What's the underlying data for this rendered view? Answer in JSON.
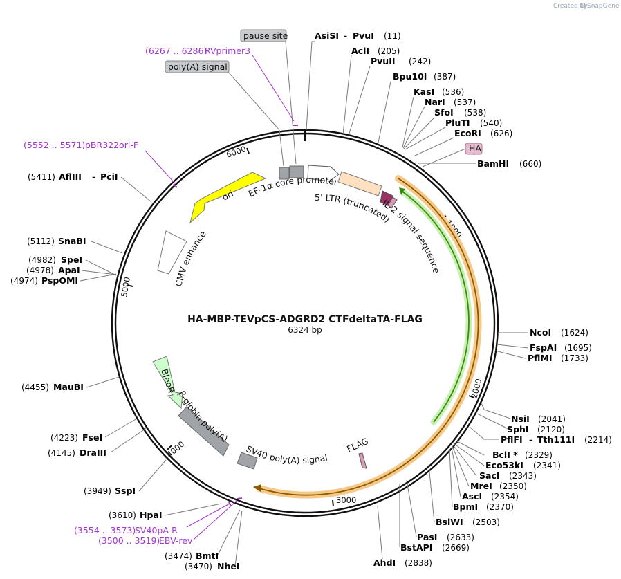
{
  "credit": {
    "prefix": "Created by",
    "brand": "SnapGene"
  },
  "plasmid": {
    "name": "HA-MBP-TEVpCS-ADGRD2 CTFdeltaTA-FLAG",
    "size": "6324 bp",
    "length": 6324
  },
  "ticks": [
    "1000",
    "2000",
    "3000",
    "4000",
    "5000",
    "6000"
  ],
  "sites": [
    {
      "name": "AsiSI",
      "name2": "PvuI",
      "pos": "(11)"
    },
    {
      "name": "AclI",
      "pos": "(205)"
    },
    {
      "name": "PvuII",
      "pos": "(242)"
    },
    {
      "name": "Bpu10I",
      "pos": "(387)"
    },
    {
      "name": "KasI",
      "pos": "(536)"
    },
    {
      "name": "NarI",
      "pos": "(537)"
    },
    {
      "name": "SfoI",
      "pos": "(538)"
    },
    {
      "name": "PluTI",
      "pos": "(540)"
    },
    {
      "name": "EcoRI",
      "pos": "(626)"
    },
    {
      "name": "BamHI",
      "pos": "(660)"
    },
    {
      "name": "NcoI",
      "pos": "(1624)"
    },
    {
      "name": "FspAI",
      "pos": "(1695)"
    },
    {
      "name": "PflMI",
      "pos": "(1733)"
    },
    {
      "name": "NsiI",
      "pos": "(2041)"
    },
    {
      "name": "SphI",
      "pos": "(2120)"
    },
    {
      "name": "PflFI",
      "name2": "Tth111I",
      "pos": "(2214)"
    },
    {
      "name": "BclI *",
      "pos": "(2329)"
    },
    {
      "name": "Eco53kI",
      "pos": "(2341)"
    },
    {
      "name": "SacI",
      "pos": "(2343)"
    },
    {
      "name": "MreI",
      "pos": "(2350)"
    },
    {
      "name": "AscI",
      "pos": "(2354)"
    },
    {
      "name": "BpmI",
      "pos": "(2370)"
    },
    {
      "name": "BsiWI",
      "pos": "(2503)"
    },
    {
      "name": "PasI",
      "pos": "(2633)"
    },
    {
      "name": "BstAPI",
      "pos": "(2669)"
    },
    {
      "name": "AhdI",
      "pos": "(2838)"
    },
    {
      "name": "NheI",
      "pos": "(3470)"
    },
    {
      "name": "BmtI",
      "pos": "(3474)"
    },
    {
      "name": "HpaI",
      "pos": "(3610)"
    },
    {
      "name": "SspI",
      "pos": "(3949)"
    },
    {
      "name": "DraIII",
      "pos": "(4145)"
    },
    {
      "name": "FseI",
      "pos": "(4223)"
    },
    {
      "name": "MauBI",
      "pos": "(4455)"
    },
    {
      "name": "PspOMI",
      "pos": "(4974)"
    },
    {
      "name": "ApaI",
      "pos": "(4978)"
    },
    {
      "name": "SpeI",
      "pos": "(4982)"
    },
    {
      "name": "SnaBI",
      "pos": "(5112)"
    },
    {
      "name": "AflIII",
      "name2": "PciI",
      "pos": "(5411)"
    }
  ],
  "primers": [
    {
      "name": "RVprimer3",
      "range": "(6267 .. 6286)"
    },
    {
      "name": "pBR322ori-F",
      "range": "(5552 .. 5571)"
    },
    {
      "name": "SV40pA-R",
      "range": "(3554 .. 3573)"
    },
    {
      "name": "EBV-rev",
      "range": "(3500 .. 3519)"
    }
  ],
  "features": {
    "ef1a": "EF-1α core promoter",
    "ltr": "5' LTR (truncated)",
    "il2": "IL-2 signal sequence",
    "ori": "ori",
    "cmv": "CMV enhancer",
    "bleor": "BleoR",
    "bglobin": "β-globin poly(A)",
    "sv40": "SV40 poly(A) signal",
    "flag": "FLAG",
    "ha": "HA",
    "pause": "pause site",
    "polya": "poly(A) signal"
  },
  "colors": {
    "ori": "#ffff00",
    "bleor": "#ccffcc",
    "ltr": "#ffe0c0",
    "il2": "#9a3263",
    "tag": "#d89ab6",
    "terminator": "#a0a4a8",
    "promoter": "#ffffff",
    "primer": "#a335c9",
    "orf_highlight": "#f6c988",
    "orf_line": "#8a5a00",
    "green_highlight": "#c8f0b0",
    "green_line": "#3a8a10"
  }
}
